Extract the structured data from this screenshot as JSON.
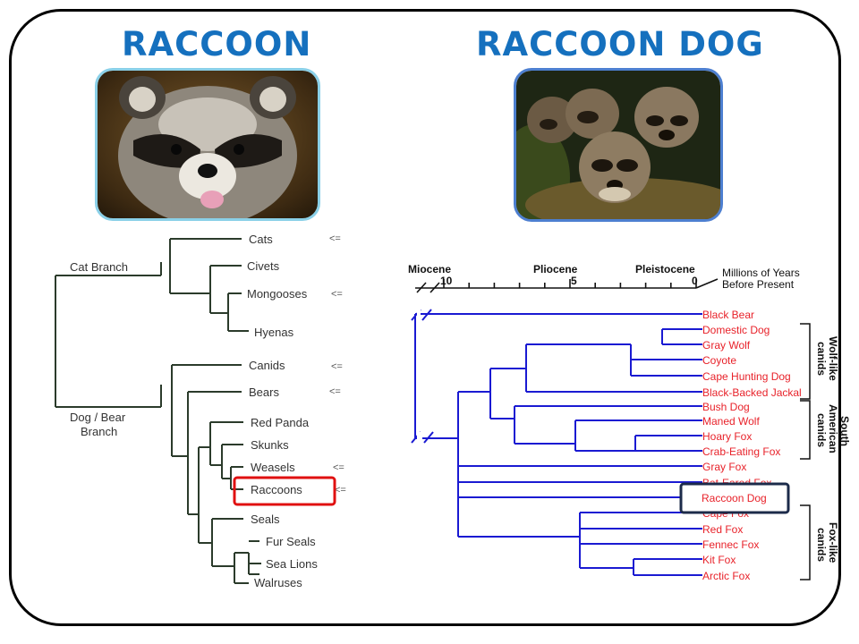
{
  "raccoon": {
    "title": "RACCOON",
    "image": "raccoon-photo",
    "tree": {
      "branch_cat": "Cat Branch",
      "branch_dog_line1": "Dog / Bear",
      "branch_dog_line2": "Branch",
      "leaves": {
        "cats": "Cats",
        "civets": "Civets",
        "mongooses": "Mongooses",
        "hyenas": "Hyenas",
        "canids": "Canids",
        "bears": "Bears",
        "red_panda": "Red Panda",
        "skunks": "Skunks",
        "weasels": "Weasels",
        "raccoons": "Raccoons",
        "seals": "Seals",
        "fur_seals": "Fur Seals",
        "sea_lions": "Sea Lions",
        "walruses": "Walruses"
      },
      "marker": "<=",
      "highlight_color": "#e01010"
    }
  },
  "raccoon_dog": {
    "title": "RACCOON DOG",
    "image": "raccoon-dog-photo",
    "timeline": {
      "epochs": [
        "Miocene",
        "Pliocene",
        "Pleistocene"
      ],
      "ticks": [
        "10",
        "5",
        "0"
      ],
      "unit_line1": "Millions of Years",
      "unit_line2": "Before Present"
    },
    "species": {
      "black_bear": "Black Bear",
      "domestic_dog": "Domestic Dog",
      "gray_wolf": "Gray Wolf",
      "coyote": "Coyote",
      "cape_hunting_dog": "Cape Hunting Dog",
      "black_backed_jackal": "Black-Backed Jackal",
      "bush_dog": "Bush Dog",
      "maned_wolf": "Maned Wolf",
      "hoary_fox": "Hoary Fox",
      "crab_eating_fox": "Crab-Eating Fox",
      "gray_fox": "Gray Fox",
      "bat_eared_fox": "Bat-Eared Fox",
      "raccoon_dog": "Raccoon Dog",
      "cape_fox": "Cape Fox",
      "red_fox": "Red Fox",
      "fennec_fox": "Fennec Fox",
      "kit_fox": "Kit Fox",
      "arctic_fox": "Arctic Fox"
    },
    "groups": {
      "wolf_like_1": "Wolf-like",
      "wolf_like_2": "canids",
      "south_american_1": "South",
      "south_american_2": "American",
      "south_american_3": "canids",
      "fox_like_1": "Fox-like",
      "fox_like_2": "canids"
    },
    "colors": {
      "tree": "#1a1ad2",
      "label": "#e8222a",
      "highlight": "#1c2b4a"
    }
  }
}
